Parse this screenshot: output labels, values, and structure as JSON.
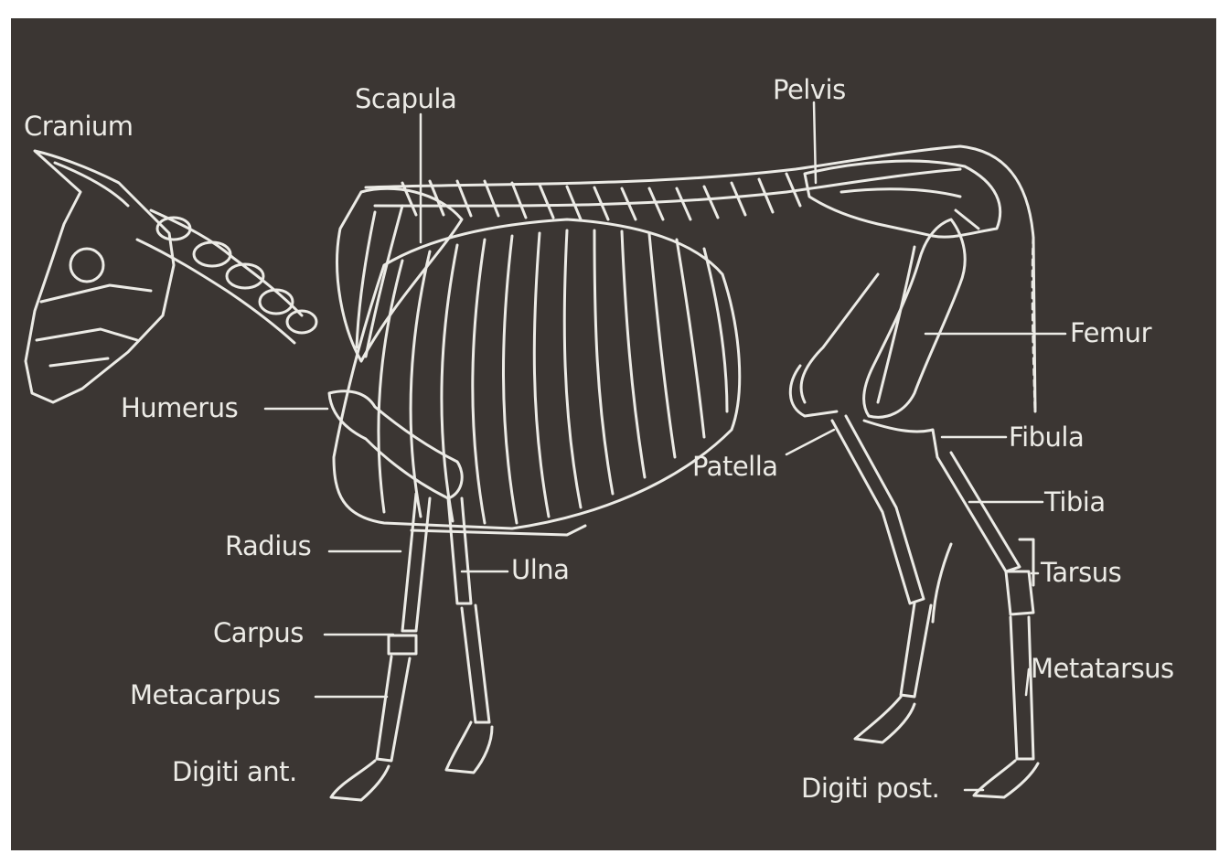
{
  "diagram": {
    "colors": {
      "background": "#3b3633",
      "line": "#ecebe6"
    },
    "labels": {
      "cranium": "Cranium",
      "scapula": "Scapula",
      "pelvis": "Pelvis",
      "femur": "Femur",
      "humerus": "Humerus",
      "fibula": "Fibula",
      "patella": "Patella",
      "tibia": "Tibia",
      "radius": "Radius",
      "ulna": "Ulna",
      "tarsus": "Tarsus",
      "carpus": "Carpus",
      "metatarsus": "Metatarsus",
      "metacarpus": "Metacarpus",
      "digiti_ant": "Digiti ant.",
      "digiti_post": "Digiti post."
    }
  }
}
